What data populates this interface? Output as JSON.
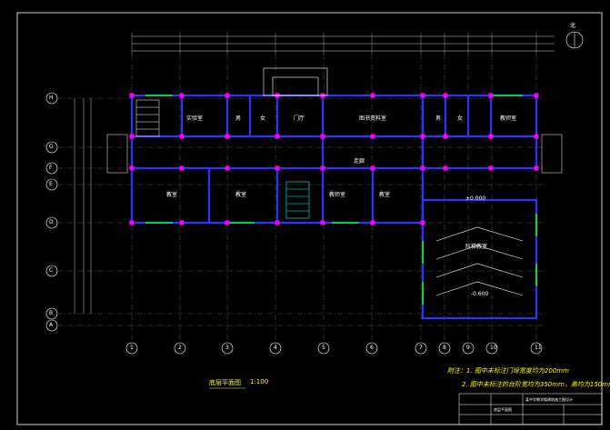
{
  "drawing": {
    "north": "北",
    "title": "底层平面图",
    "scale": "1:100"
  },
  "rooms": {
    "lab_left": "实验室",
    "men_left": "男",
    "women_left": "女",
    "hall": "门厅",
    "library": "图书资料室",
    "men_right": "男",
    "women_right": "女",
    "teacher_right": "教师室",
    "corridor": "走廊",
    "class1": "教室",
    "class2": "教室",
    "teacher_mid": "教师室",
    "class3": "教室",
    "lecture": "阶梯教室"
  },
  "levels": {
    "lvl_a": "±0.000",
    "lvl_b": "-0.600"
  },
  "notes": {
    "note1": "附注：1. 图中未标注门垛宽度均为200mm",
    "note2": "2. 图中未标注的台阶宽均为350mm，高均为150mm"
  },
  "axes_bottom": [
    "1",
    "2",
    "3",
    "4",
    "5",
    "6",
    "7",
    "8",
    "9",
    "10",
    "11"
  ],
  "axes_left": [
    "H",
    "G",
    "F",
    "E",
    "D",
    "C",
    "B",
    "A"
  ],
  "title_block": {
    "name": "某中学教学楼建筑施工图设计",
    "drawing": "底层平面图"
  },
  "colors": {
    "wall": "#3030ff",
    "column": "#ff00ff",
    "window": "#00ff00",
    "dim": "#ffffff",
    "text": "#ffff00"
  }
}
